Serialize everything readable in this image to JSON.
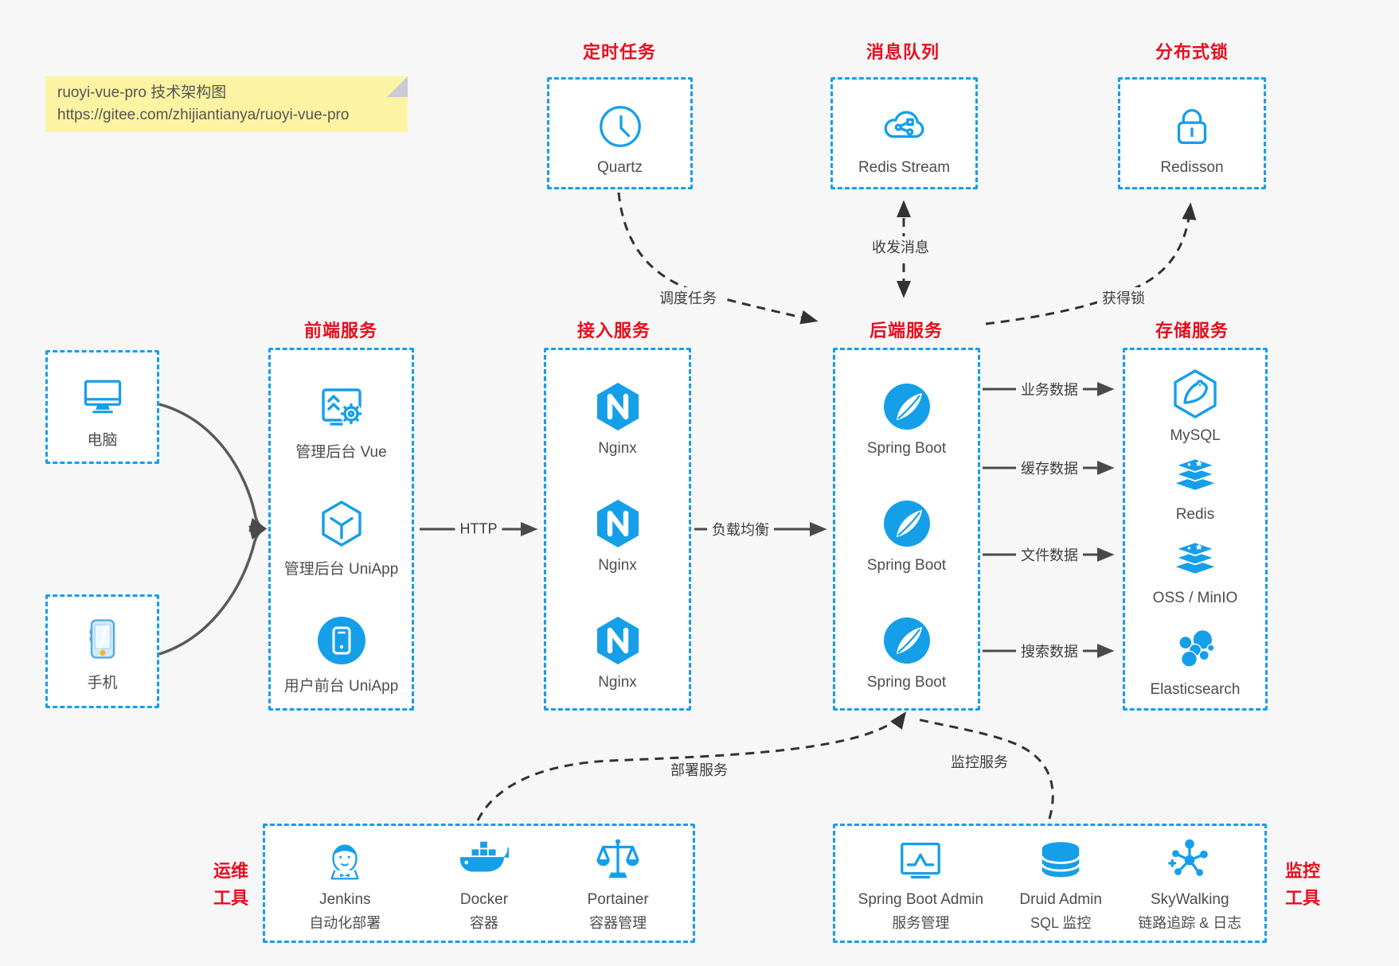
{
  "note": {
    "line1": "ruoyi-vue-pro 技术架构图",
    "line2": "https://gitee.com/zhijiantianya/ruoyi-vue-pro"
  },
  "colors": {
    "box_border_blue": "#169ded",
    "icon_blue": "#159fe8",
    "title_red": "#e60e1e",
    "note_bg": "#fcf3a3",
    "solid_arrow": "#4a4a4a",
    "dashed_arrow": "#333333",
    "canvas_bg": "#f7f7f7",
    "box_bg": "#ffffff"
  },
  "top_groups": [
    {
      "title": "定时任务",
      "item": {
        "label": "Quartz",
        "icon": "clock-icon"
      }
    },
    {
      "title": "消息队列",
      "item": {
        "label": "Redis Stream",
        "icon": "cloud-message-icon"
      }
    },
    {
      "title": "分布式锁",
      "item": {
        "label": "Redisson",
        "icon": "lock-icon"
      }
    }
  ],
  "clients": [
    {
      "label": "电脑",
      "icon": "desktop-icon"
    },
    {
      "label": "手机",
      "icon": "smartphone-icon"
    }
  ],
  "columns": [
    {
      "title": "前端服务",
      "items": [
        {
          "label": "管理后台 Vue",
          "icon": "admin-vue-icon"
        },
        {
          "label": "管理后台 UniApp",
          "icon": "uniapp-box-icon"
        },
        {
          "label": "用户前台 UniApp",
          "icon": "user-app-icon"
        }
      ]
    },
    {
      "title": "接入服务",
      "items": [
        {
          "label": "Nginx",
          "icon": "nginx-icon"
        },
        {
          "label": "Nginx",
          "icon": "nginx-icon"
        },
        {
          "label": "Nginx",
          "icon": "nginx-icon"
        }
      ]
    },
    {
      "title": "后端服务",
      "items": [
        {
          "label": "Spring Boot",
          "icon": "spring-boot-icon"
        },
        {
          "label": "Spring Boot",
          "icon": "spring-boot-icon"
        },
        {
          "label": "Spring Boot",
          "icon": "spring-boot-icon"
        }
      ]
    },
    {
      "title": "存储服务",
      "items": [
        {
          "label": "MySQL",
          "icon": "mysql-icon"
        },
        {
          "label": "Redis",
          "icon": "redis-stack-icon"
        },
        {
          "label": "OSS / MinIO",
          "icon": "storage-stack-icon"
        },
        {
          "label": "Elasticsearch",
          "icon": "elasticsearch-icon"
        }
      ]
    }
  ],
  "bottom_groups": [
    {
      "title_lines": [
        "运维",
        "工具"
      ],
      "items": [
        {
          "name": "Jenkins",
          "desc": "自动化部署",
          "icon": "jenkins-icon"
        },
        {
          "name": "Docker",
          "desc": "容器",
          "icon": "docker-whale-icon"
        },
        {
          "name": "Portainer",
          "desc": "容器管理",
          "icon": "scales-icon"
        }
      ]
    },
    {
      "title_lines": [
        "监控",
        "工具"
      ],
      "items": [
        {
          "name": "Spring Boot Admin",
          "desc": "服务管理",
          "icon": "monitor-chart-icon"
        },
        {
          "name": "Druid Admin",
          "desc": "SQL 监控",
          "icon": "database-icon"
        },
        {
          "name": "SkyWalking",
          "desc": "链路追踪 & 日志",
          "icon": "topology-icon"
        }
      ]
    }
  ],
  "edge_labels": {
    "http": "HTTP",
    "load_balance": "负载均衡",
    "schedule": "调度任务",
    "messaging": "收发消息",
    "acquire_lock": "获得锁",
    "business_data": "业务数据",
    "cache_data": "缓存数据",
    "file_data": "文件数据",
    "search_data": "搜索数据",
    "deploy": "部署服务",
    "monitor": "监控服务"
  }
}
